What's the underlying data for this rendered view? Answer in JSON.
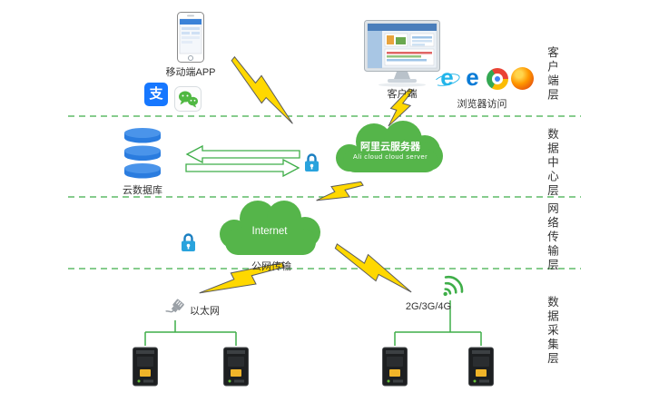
{
  "layers": [
    {
      "id": "client",
      "label": "客户端层"
    },
    {
      "id": "datacenter",
      "label": "数据中心层"
    },
    {
      "id": "network",
      "label": "网络传输层"
    },
    {
      "id": "collection",
      "label": "数据采集层"
    }
  ],
  "nodes": {
    "mobile_app": {
      "label": "移动端APP"
    },
    "alipay": {
      "glyph": "支"
    },
    "client_pc": {
      "label": "客户端"
    },
    "browsers": {
      "label": "浏览器访问",
      "ie_glyph": "e",
      "edge_glyph": "e"
    },
    "cloud_db": {
      "label": "云数据库"
    },
    "ali_cloud": {
      "label_cn": "阿里云服务器",
      "label_en": "Ali cloud  cloud server"
    },
    "internet": {
      "label": "Internet",
      "caption": "公网传输"
    },
    "ethernet": {
      "label": "以太网"
    },
    "cellular": {
      "label": "2G/3G/4G"
    }
  },
  "colors": {
    "green": "#3fae49",
    "cloud_green": "#55b54a",
    "database_blue": "#2a7cdf",
    "lock_blue": "#29a3dd",
    "lightning_yellow": "#ffd800",
    "alipay_blue": "#1677ff",
    "wechat_green": "#50b842",
    "text": "#333333"
  }
}
